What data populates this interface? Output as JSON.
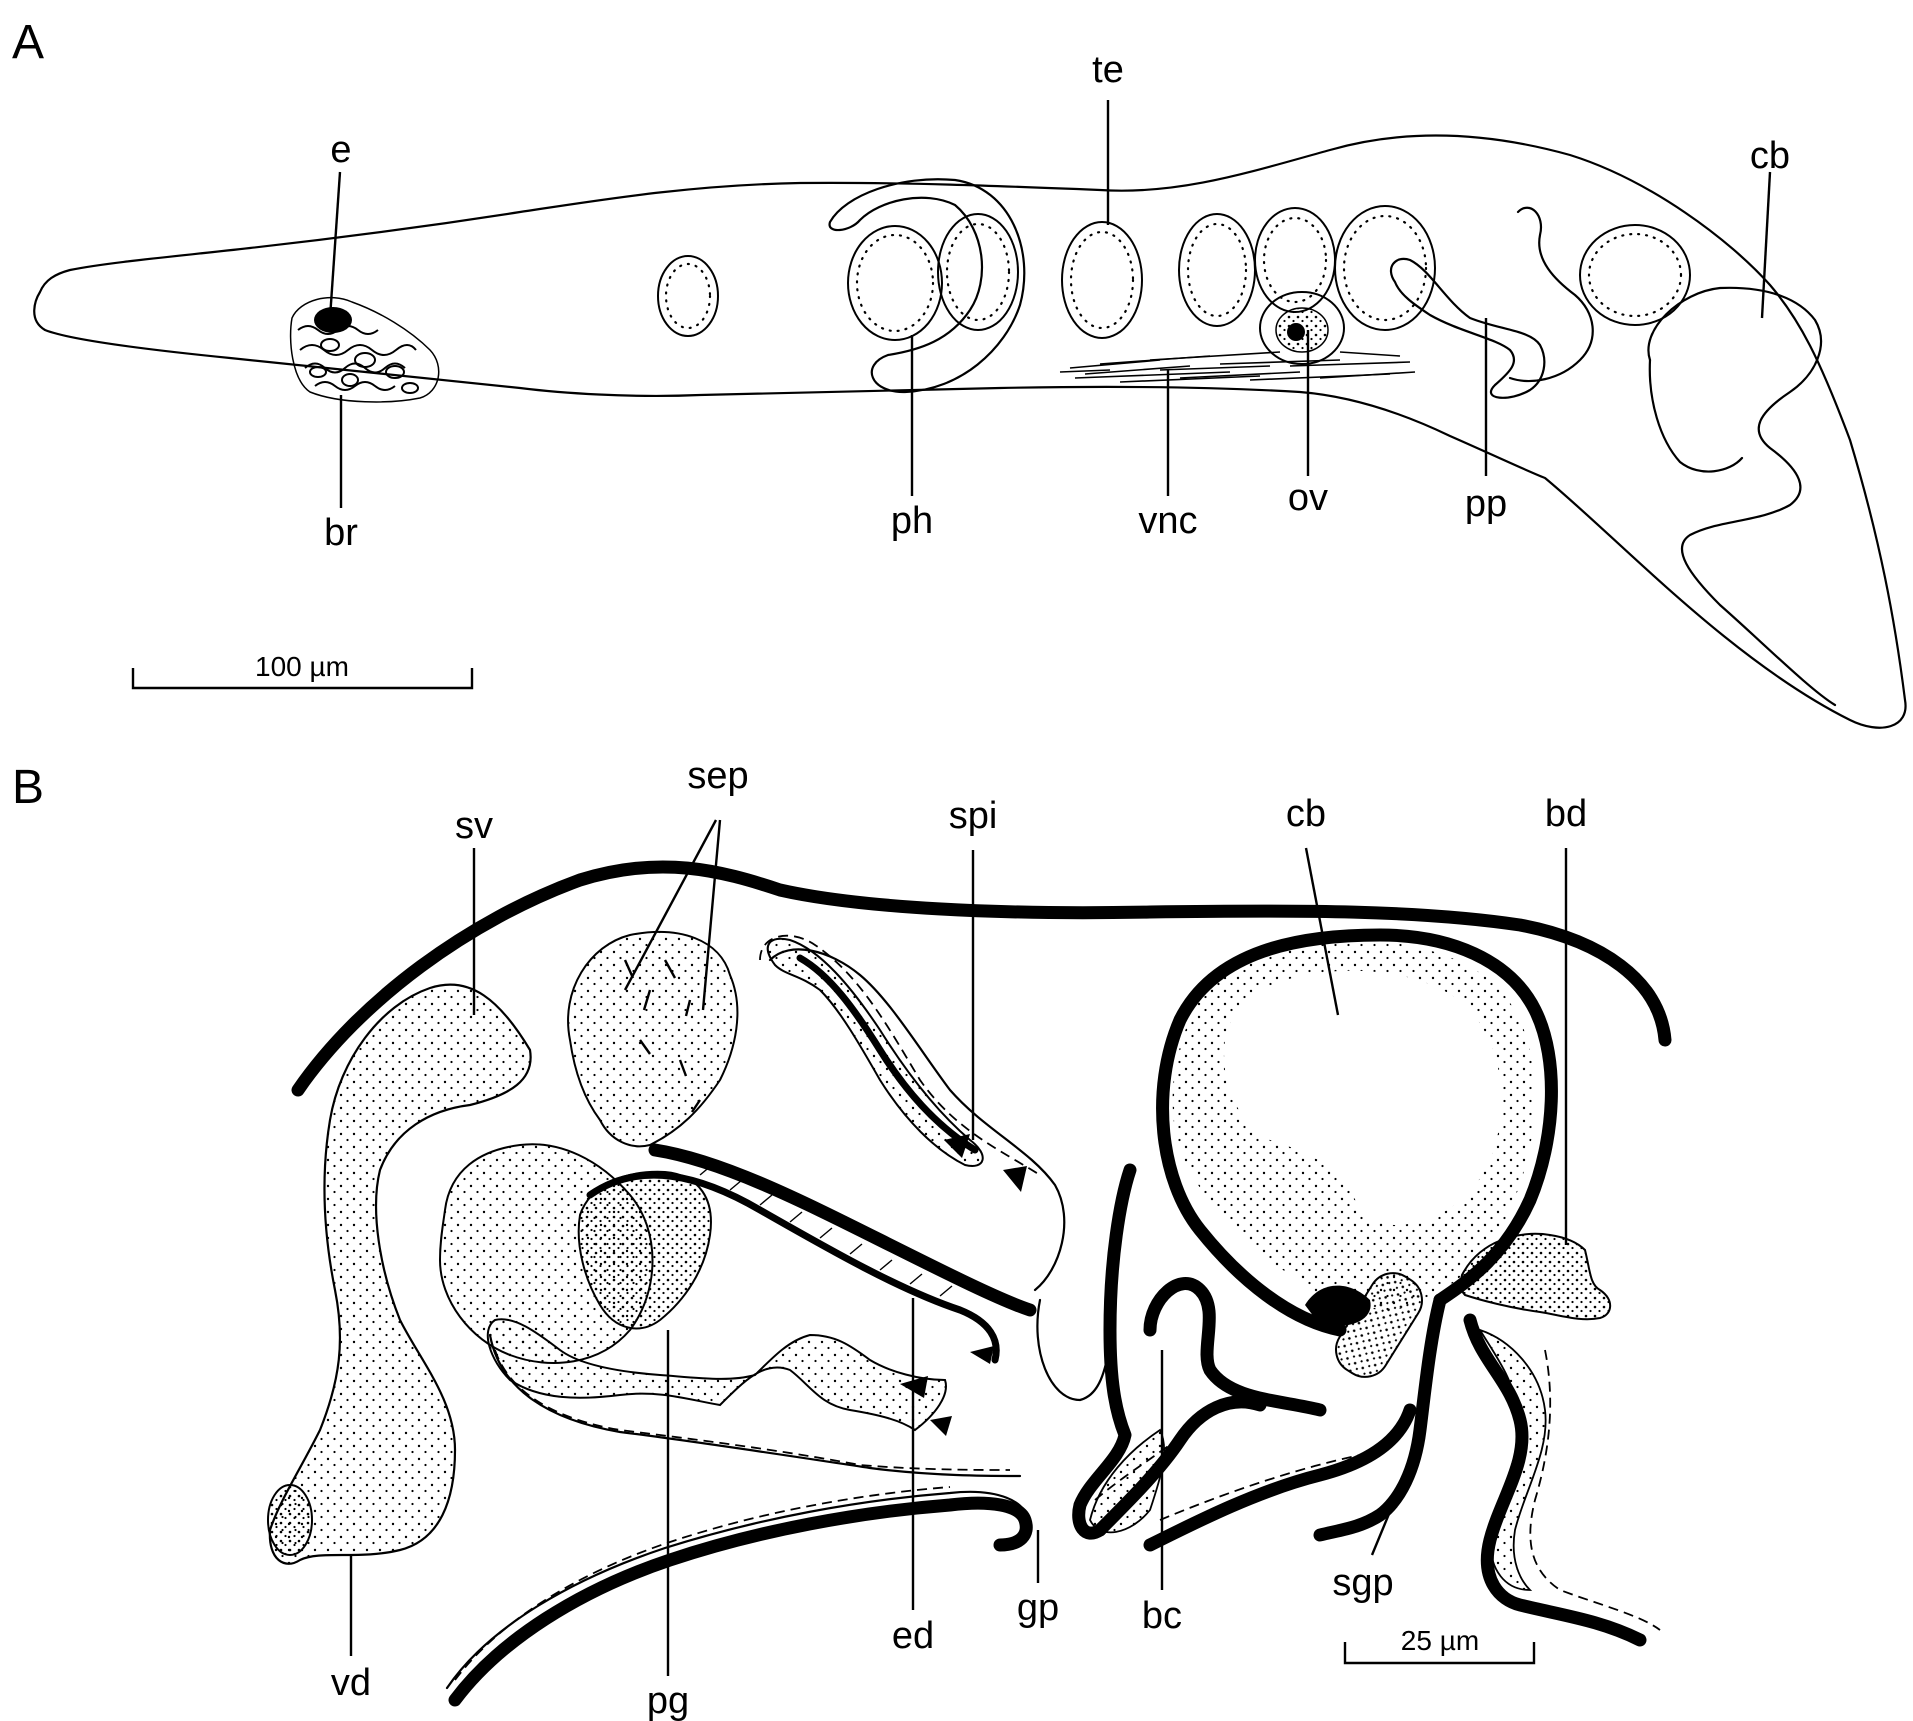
{
  "panel_a": {
    "letter": "A",
    "labels": {
      "e": "e",
      "br": "br",
      "te": "te",
      "ph": "ph",
      "vnc": "vnc",
      "ov": "ov",
      "pp": "pp",
      "cb": "cb"
    },
    "scale_bar": "100 µm"
  },
  "panel_b": {
    "letter": "B",
    "labels": {
      "sv": "sv",
      "sep": "sep",
      "spi": "spi",
      "cb": "cb",
      "bd": "bd",
      "vd": "vd",
      "pg": "pg",
      "ed": "ed",
      "gp": "gp",
      "bc": "bc",
      "sgp": "sgp"
    },
    "scale_bar": "25 µm"
  }
}
